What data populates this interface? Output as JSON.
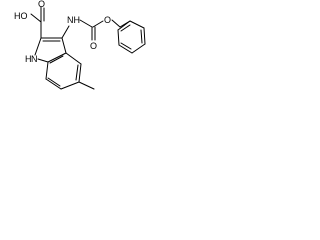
{
  "diagram": {
    "type": "chemical-structure",
    "atom_labels": {
      "carboxyl_oh": "HO",
      "carboxyl_o": "O",
      "amine_nh": "NH",
      "ester_o": "O",
      "carbonyl_o": "O",
      "indole_nh": "H",
      "indole_n": "N"
    },
    "line_color": "#000000",
    "background": "#ffffff"
  }
}
